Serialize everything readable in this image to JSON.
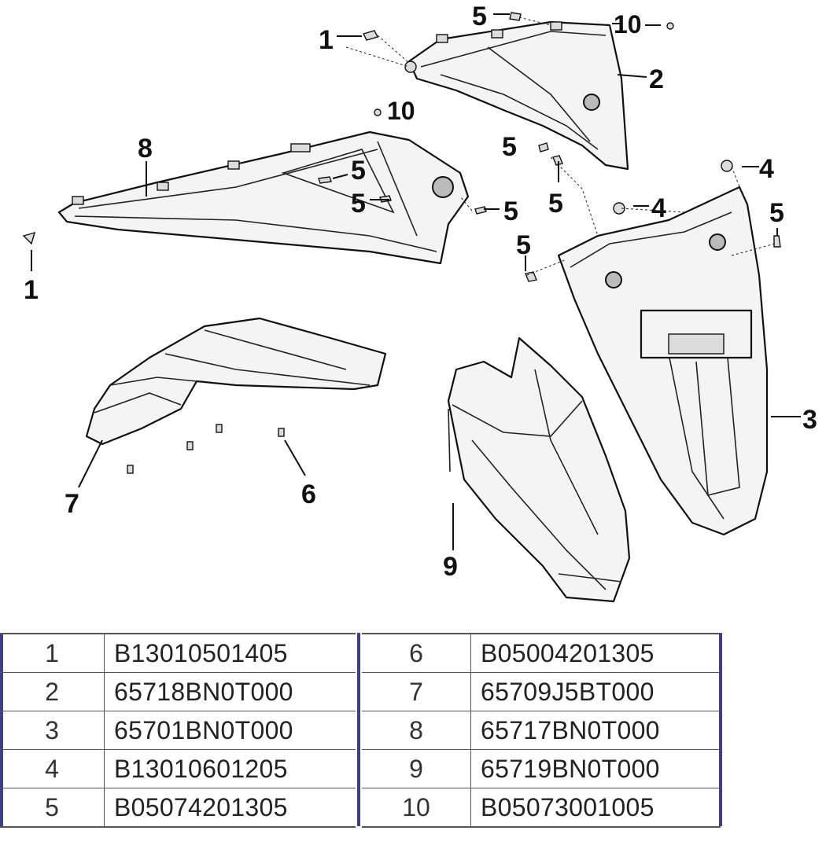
{
  "callouts": [
    "1",
    "2",
    "3",
    "4",
    "5",
    "6",
    "7",
    "8",
    "9",
    "10"
  ],
  "parts_table": {
    "left": [
      {
        "num": "1",
        "code": "B13010501405"
      },
      {
        "num": "2",
        "code": "65718BN0T000"
      },
      {
        "num": "3",
        "code": "65701BN0T000"
      },
      {
        "num": "4",
        "code": "B13010601205"
      },
      {
        "num": "5",
        "code": "B05074201305"
      }
    ],
    "right": [
      {
        "num": "6",
        "code": "B05004201305"
      },
      {
        "num": "7",
        "code": "65709J5BT000"
      },
      {
        "num": "8",
        "code": "65717BN0T000"
      },
      {
        "num": "9",
        "code": "65719BN0T000"
      },
      {
        "num": "10",
        "code": "B05073001005"
      }
    ]
  }
}
